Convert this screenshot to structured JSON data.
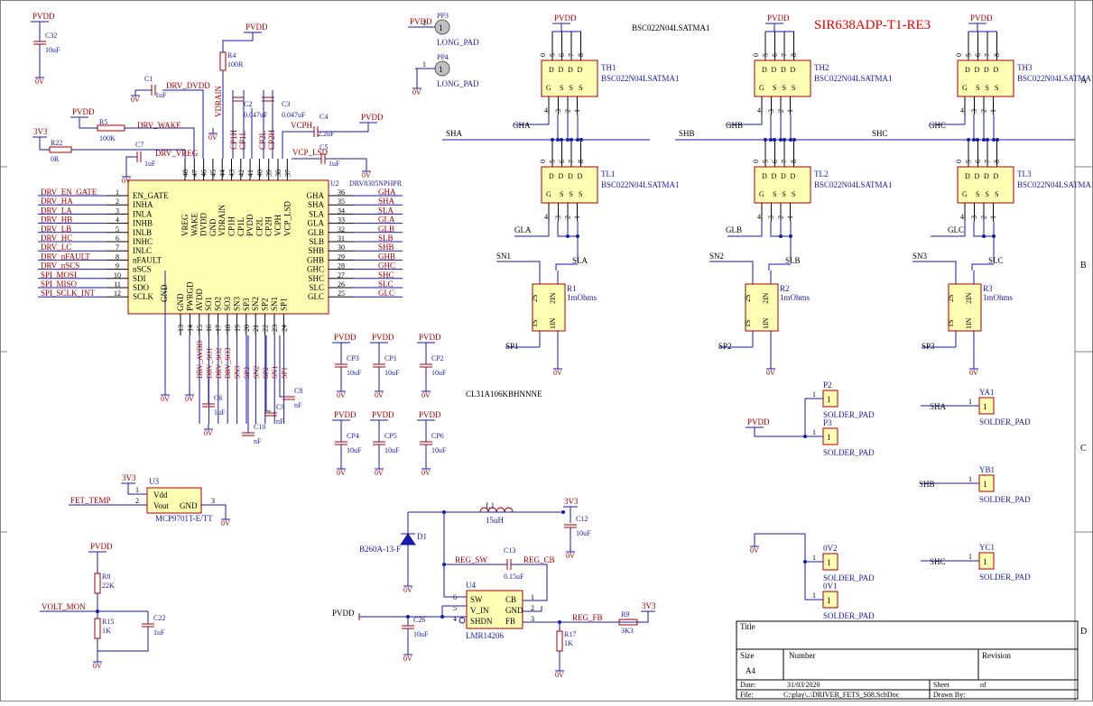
{
  "header": {
    "mosfet_title": "BSC022N04LSATMA1",
    "alt_mosfet": "SIR638ADP-T1-RE3",
    "cap_part": "CL31A106KBHNNNE"
  },
  "border": {
    "row_labels": [
      "A",
      "B",
      "C",
      "D"
    ]
  },
  "power": {
    "pvdd": "PVDD",
    "gnd": "0V",
    "v3v3": "3V3"
  },
  "driver": {
    "ref": "U2",
    "part": "DRV8305NPHPR",
    "left_pins": [
      {
        "num": "1",
        "name": "EN_GATE",
        "net": "DRV_EN_GATE"
      },
      {
        "num": "2",
        "name": "INHA",
        "net": "DRV_HA"
      },
      {
        "num": "3",
        "name": "INLA",
        "net": "DRV_LA"
      },
      {
        "num": "4",
        "name": "INHB",
        "net": "DRV_HB"
      },
      {
        "num": "5",
        "name": "INLB",
        "net": "DRV_LB"
      },
      {
        "num": "6",
        "name": "INHC",
        "net": "DRV_HC"
      },
      {
        "num": "7",
        "name": "INLC",
        "net": "DRV_LC"
      },
      {
        "num": "8",
        "name": "nFAULT",
        "net": "DRV_nFAULT"
      },
      {
        "num": "9",
        "name": "nSCS",
        "net": "DRV_nSCS"
      },
      {
        "num": "10",
        "name": "SDI",
        "net": "SPI_MOSI"
      },
      {
        "num": "11",
        "name": "SDO",
        "net": "SPI_MISO"
      },
      {
        "num": "12",
        "name": "SCLK",
        "net": "SPI_SCLK_INT"
      }
    ],
    "right_pins": [
      {
        "num": "36",
        "name": "GHA",
        "net": "GHA"
      },
      {
        "num": "35",
        "name": "SHA",
        "net": "SHA"
      },
      {
        "num": "34",
        "name": "SLA",
        "net": "SLA"
      },
      {
        "num": "33",
        "name": "GLA",
        "net": "GLA"
      },
      {
        "num": "32",
        "name": "GLB",
        "net": "GLB"
      },
      {
        "num": "31",
        "name": "SLB",
        "net": "SLB"
      },
      {
        "num": "30",
        "name": "SHB",
        "net": "SHB"
      },
      {
        "num": "29",
        "name": "GHB",
        "net": "GHB"
      },
      {
        "num": "28",
        "name": "GHC",
        "net": "GHC"
      },
      {
        "num": "27",
        "name": "SHC",
        "net": "SHC"
      },
      {
        "num": "26",
        "name": "SLC",
        "net": "SLC"
      },
      {
        "num": "25",
        "name": "GLC",
        "net": "GLC"
      }
    ],
    "top_pins": [
      {
        "num": "48",
        "name": "VREG"
      },
      {
        "num": "47",
        "name": "WAKE"
      },
      {
        "num": "46",
        "name": "DVDD"
      },
      {
        "num": "45",
        "name": "GND"
      },
      {
        "num": "44",
        "name": "VDRAIN"
      },
      {
        "num": "43",
        "name": "CP1H"
      },
      {
        "num": "42",
        "name": "CP1L"
      },
      {
        "num": "41",
        "name": "PVDD"
      },
      {
        "num": "40",
        "name": "CP2L"
      },
      {
        "num": "39",
        "name": "CP2H"
      },
      {
        "num": "38",
        "name": "VCPH"
      },
      {
        "num": "37",
        "name": "VCP_LSD"
      }
    ],
    "bottom_pins": [
      {
        "num": "13",
        "name": "GND"
      },
      {
        "num": "14",
        "name": "PWRGD"
      },
      {
        "num": "15",
        "name": "AVDD"
      },
      {
        "num": "16",
        "name": "SO1"
      },
      {
        "num": "17",
        "name": "SO2"
      },
      {
        "num": "18",
        "name": "SO3"
      },
      {
        "num": "19",
        "name": "SN3"
      },
      {
        "num": "20",
        "name": "SP3"
      },
      {
        "num": "21",
        "name": "SN2"
      },
      {
        "num": "22",
        "name": "SP2"
      },
      {
        "num": "23",
        "name": "SN1"
      },
      {
        "num": "24",
        "name": "SP1"
      }
    ],
    "bottom_nets": [
      "DRV_AVDD",
      "DRV_SO1",
      "DRV_SO2",
      "DRV_SO3",
      "SN3",
      "SP3",
      "SN2",
      "SP2",
      "SN1",
      "SP1"
    ]
  },
  "drv_nets": {
    "dvdd": "DRV_DVDD",
    "wake": "DRV_WAKE",
    "vreg": "DRV_VREG",
    "vdrain": "VDRAIN",
    "cp1h": "CP1H",
    "cp1l": "CP1L",
    "cp2l": "CP2L",
    "cp2h": "CP2H",
    "vcph": "VCPH",
    "vcp_lsd": "VCP_LSD"
  },
  "passives": {
    "C32": {
      "ref": "C32",
      "val": "10uF"
    },
    "C1": {
      "ref": "C1",
      "val": "1uF"
    },
    "R4": {
      "ref": "R4",
      "val": "100R"
    },
    "C2": {
      "ref": "C2",
      "val": "0.047uF"
    },
    "C3": {
      "ref": "C3",
      "val": "0.047uF"
    },
    "C4": {
      "ref": "C4",
      "val": "2.2uF"
    },
    "C5": {
      "ref": "C5",
      "val": "1uF"
    },
    "R5": {
      "ref": "R5",
      "val": "100K"
    },
    "R22": {
      "ref": "R22",
      "val": "0R"
    },
    "C7": {
      "ref": "C7",
      "val": "1uF"
    },
    "C6": {
      "ref": "C6",
      "val": "1uF"
    },
    "C8": {
      "ref": "C8",
      "val": "nF"
    },
    "C9": {
      "ref": "C9",
      "val": "nF"
    },
    "C10": {
      "ref": "C10",
      "val": "nF"
    },
    "CP3": {
      "ref": "CP3",
      "val": "10uF"
    },
    "CP1": {
      "ref": "CP1",
      "val": "10uF"
    },
    "CP2": {
      "ref": "CP2",
      "val": "10uF"
    },
    "CP4": {
      "ref": "CP4",
      "val": "10uF"
    },
    "CP5": {
      "ref": "CP5",
      "val": "10uF"
    },
    "CP6": {
      "ref": "CP6",
      "val": "10uF"
    },
    "R8": {
      "ref": "R8",
      "val": "22K"
    },
    "R15": {
      "ref": "R15",
      "val": "1K"
    },
    "C22": {
      "ref": "C22",
      "val": "1uF"
    },
    "L1": {
      "ref": "L1",
      "val": "15uH"
    },
    "C12": {
      "ref": "C12",
      "val": "10uF"
    },
    "C13": {
      "ref": "C13",
      "val": "0.15uF"
    },
    "D1": {
      "ref": "D1",
      "val": "B260A-13-F"
    },
    "C26": {
      "ref": "C26",
      "val": "10uF"
    },
    "R17": {
      "ref": "R17",
      "val": "1K"
    },
    "R9": {
      "ref": "R9",
      "val": "3K3"
    }
  },
  "test_points": [
    {
      "ref": "PP3",
      "pin": "1",
      "val": "LONG_PAD"
    },
    {
      "ref": "PP4",
      "pin": "1",
      "val": "LONG_PAD"
    }
  ],
  "mosfets": [
    {
      "hi": "TH1",
      "lo": "TL1",
      "gh": "GHA",
      "gl": "GLA",
      "sh": "SHA",
      "sl": "SLA",
      "sn": "SN1",
      "sp": "SP1",
      "r": "R1",
      "rval": "1mOhms"
    },
    {
      "hi": "TH2",
      "lo": "TL2",
      "gh": "GHB",
      "gl": "GLB",
      "sh": "SHB",
      "sl": "SLB",
      "sn": "SN2",
      "sp": "SP2",
      "r": "R2",
      "rval": "1mOhms"
    },
    {
      "hi": "TH3",
      "lo": "TL3",
      "gh": "GHC",
      "gl": "GLC",
      "sh": "SHC",
      "sl": "SLC",
      "sn": "SN3",
      "sp": "SP3",
      "r": "R3",
      "rval": "1mOhms"
    }
  ],
  "mosfet_part": "BSC022N04LSATMA1",
  "shunt_pins": {
    "top_left": "2S",
    "top_right": "2IN",
    "bot_left": "1S",
    "bot_right": "1IN"
  },
  "fet_pins": {
    "drain": [
      "0",
      "5",
      "6",
      "7",
      "8"
    ],
    "gate": "4",
    "source": [
      "3",
      "2",
      "1"
    ],
    "d": "D",
    "s": "S",
    "g": "G"
  },
  "solder_pads": {
    "P2": {
      "ref": "P2",
      "val": "SOLDER_PAD",
      "pin": "1"
    },
    "P3": {
      "ref": "P3",
      "val": "SOLDER_PAD",
      "pin": "1"
    },
    "0V2": {
      "ref": "0V2",
      "val": "SOLDER_PAD",
      "pin": "1"
    },
    "0V1": {
      "ref": "0V1",
      "val": "SOLDER_PAD",
      "pin": "1"
    },
    "YA1": {
      "ref": "YA1",
      "val": "SOLDER_PAD",
      "pin": "1",
      "net": "SHA"
    },
    "YB1": {
      "ref": "YB1",
      "val": "SOLDER_PAD",
      "pin": "1",
      "net": "SHB"
    },
    "YC1": {
      "ref": "YC1",
      "val": "SOLDER_PAD",
      "pin": "1",
      "net": "SHC"
    }
  },
  "temp_sensor": {
    "ref": "U3",
    "part": "MCP9701T-E/TT",
    "vdd": "Vdd",
    "vout": "Vout",
    "gnd": "GND",
    "net": "FET_TEMP",
    "p1": "1",
    "p2": "2",
    "p3": "3"
  },
  "volt_mon": {
    "net": "VOLT_MON"
  },
  "regulator": {
    "ref": "U4",
    "part": "LMR14206",
    "pins": [
      {
        "num": "6",
        "name": "SW"
      },
      {
        "num": "5",
        "name": "V_IN"
      },
      {
        "num": "4",
        "name": "SHDN"
      },
      {
        "num": "1",
        "name": "CB"
      },
      {
        "num": "2",
        "name": "GND"
      },
      {
        "num": "3",
        "name": "FB"
      }
    ],
    "nets": {
      "sw": "REG_SW",
      "cb": "REG_CB",
      "fb": "REG_FB"
    }
  },
  "title_block": {
    "title": "Title",
    "size": "Size",
    "size_val": "A4",
    "number": "Number",
    "revision": "Revision",
    "date": "Date:",
    "date_val": "31/03/2020",
    "sheet": "Sheet",
    "of": "of",
    "file": "File:",
    "file_val": "C:\\play\\..\\DRIVER_FETS_S08.SchDoc",
    "drawn": "Drawn By:"
  }
}
